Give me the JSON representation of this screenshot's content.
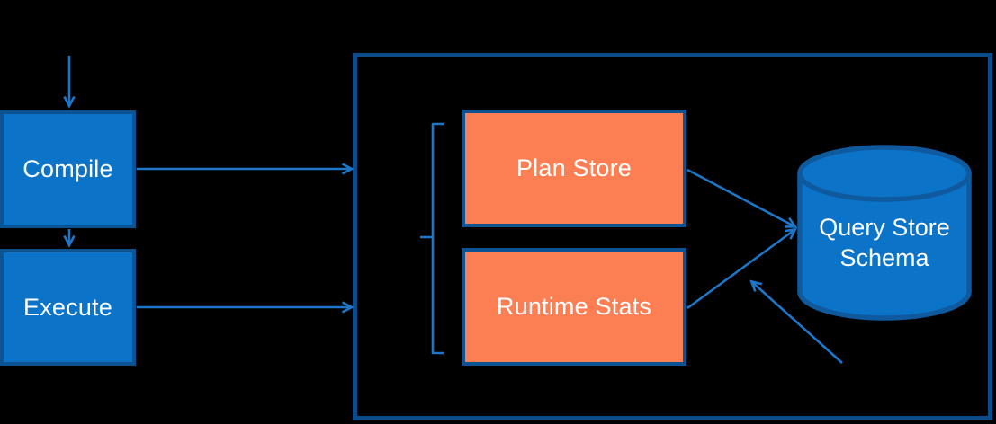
{
  "diagram": {
    "colors": {
      "background": "#000000",
      "box_blue_fill": "#0b74c9",
      "box_orange_fill": "#fc7e53",
      "box_border": "#0d5291",
      "container_border": "#0c4c8a",
      "cylinder_border": "#0f5a9e",
      "arrow_blue": "#1e76c8",
      "text_white": "#ffffff"
    },
    "nodes": {
      "compile": {
        "label": "Compile"
      },
      "execute": {
        "label": "Execute"
      },
      "plan_store": {
        "label": "Plan Store"
      },
      "runtime_stats": {
        "label": "Runtime Stats"
      },
      "query_store_schema": {
        "label_line1": "Query Store",
        "label_line2": "Schema"
      }
    }
  }
}
